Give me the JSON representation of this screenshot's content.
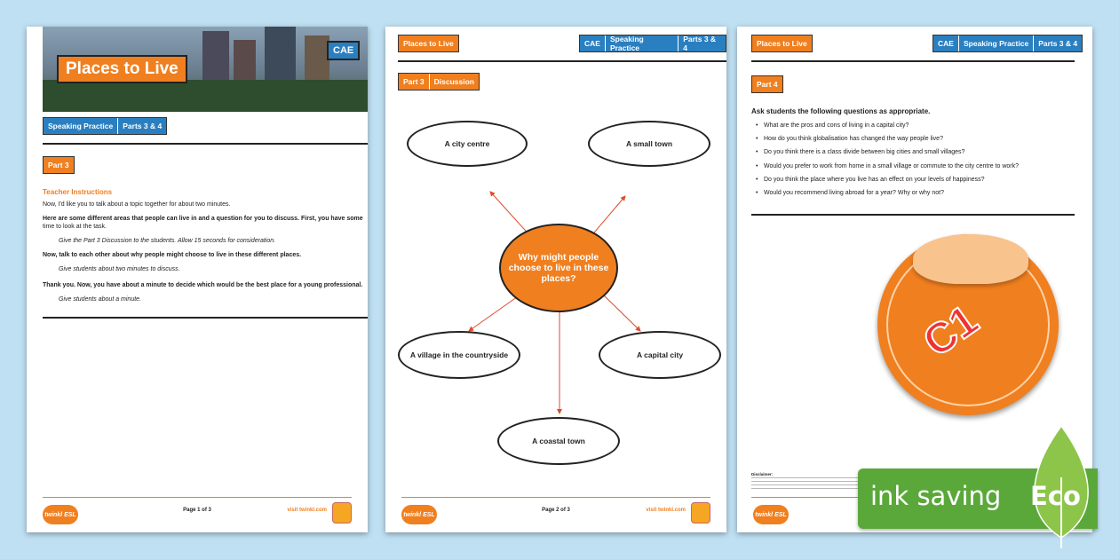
{
  "page1": {
    "header_title": "Places to Live",
    "badge": "CAE",
    "tags": [
      "Speaking Practice",
      "Parts 3 & 4"
    ],
    "part_tag": "Part 3",
    "instructions_heading": "Teacher Instructions",
    "lines": [
      "Now, I'd like you to talk about a topic together for about two minutes.",
      "Here are some different areas that people can live in and a question for you to discuss. First, you have some",
      "time to look at the task.",
      "Give the Part 3 Discussion to the students. Allow 15 seconds for consideration.",
      "Now, talk to each other about why people might choose to live in these different places.",
      "Give students about two minutes to discuss.",
      "Thank you. Now, you have about a minute to decide which would be the best place for a young professional.",
      "Give students about a minute."
    ],
    "page_number": "Page 1 of 3",
    "visit": "visit twinkl.com"
  },
  "page2": {
    "title_tag": "Places to Live",
    "tags": [
      "CAE",
      "Speaking Practice",
      "Parts 3 & 4"
    ],
    "part_tags": [
      "Part 3",
      "Discussion"
    ],
    "center": "Why might people choose to live in these places?",
    "nodes": [
      "A city centre",
      "A small town",
      "A village in the countryside",
      "A capital city",
      "A coastal town"
    ],
    "page_number": "Page 2 of 3",
    "visit": "visit twinkl.com"
  },
  "page3": {
    "title_tag": "Places to Live",
    "tags": [
      "CAE",
      "Speaking Practice",
      "Parts 3 & 4"
    ],
    "part_tag": "Part 4",
    "intro": "Ask students the following questions as appropriate.",
    "questions": [
      "What are the pros and cons of living in a capital city?",
      "How do you think globalisation has changed the way people live?",
      "Do you think there is a class divide between big cities and small villages?",
      "Would you prefer to work from home in a small village or commute to the city centre to work?",
      "Do you think the place where you live has an effect on your levels of happiness?",
      "Would you recommend living abroad for a year? Why or why not?"
    ],
    "sticker": "C1",
    "disclaimer": "Disclaimer:"
  },
  "logo_text": "twinkl ESL",
  "eco": {
    "label": "ink saving",
    "badge": "Eco"
  },
  "colors": {
    "orange": "#f07f1f",
    "blue": "#2a7fc0",
    "eco_green": "#5aa83a",
    "background": "#bfe0f2"
  }
}
